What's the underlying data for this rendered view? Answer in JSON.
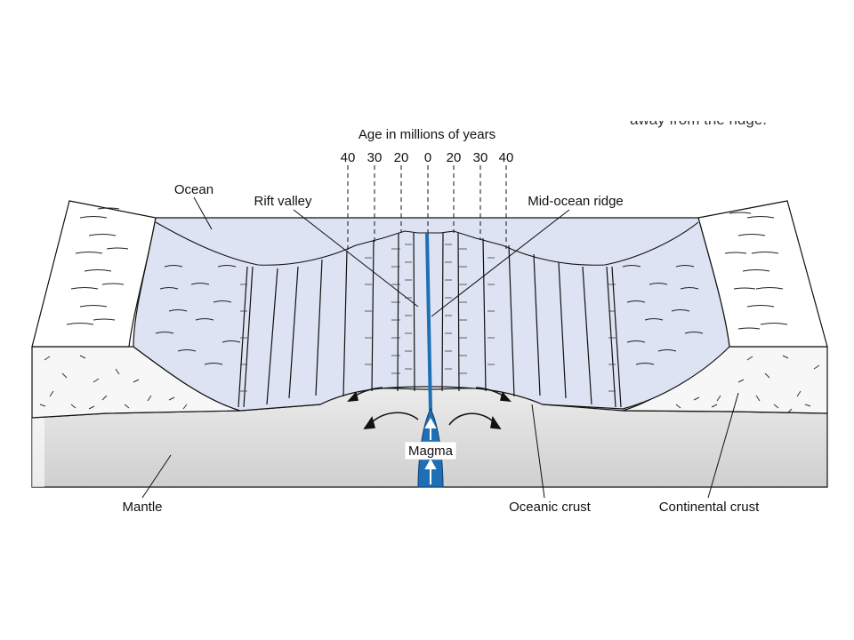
{
  "header_fragment": "away from the ridge.",
  "age_axis": {
    "title": "Age in millions of years",
    "ticks": [
      "40",
      "30",
      "20",
      "0",
      "20",
      "30",
      "40"
    ]
  },
  "labels": {
    "ocean": "Ocean",
    "rift_valley": "Rift valley",
    "mid_ocean_ridge": "Mid-ocean ridge",
    "magma": "Magma",
    "mantle": "Mantle",
    "oceanic_crust": "Oceanic crust",
    "continental_crust": "Continental crust"
  },
  "colors": {
    "ocean": "#dde3f3",
    "mantle": "#dcdcdc",
    "magma": "#1f6fb5",
    "crust_fill": "#f7f7f7",
    "ink": "#111111"
  }
}
